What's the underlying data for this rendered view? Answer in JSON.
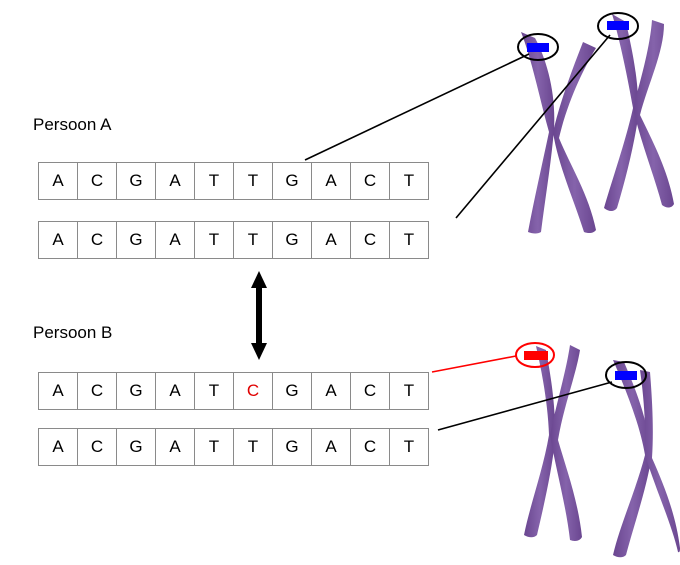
{
  "person_a": {
    "label": "Persoon A",
    "strand_1": [
      "A",
      "C",
      "G",
      "A",
      "T",
      "T",
      "G",
      "A",
      "C",
      "T"
    ],
    "strand_2": [
      "A",
      "C",
      "G",
      "A",
      "T",
      "T",
      "G",
      "A",
      "C",
      "T"
    ]
  },
  "person_b": {
    "label": "Persoon B",
    "strand_1": [
      "A",
      "C",
      "G",
      "A",
      "T",
      "C",
      "G",
      "A",
      "C",
      "T"
    ],
    "strand_2": [
      "A",
      "C",
      "G",
      "A",
      "T",
      "T",
      "G",
      "A",
      "C",
      "T"
    ],
    "mutation_index": 5
  },
  "colors": {
    "chromosome": "#7b55a0",
    "normal_marker": "#0000ff",
    "mutation_marker": "#ff0000",
    "mutation_text": "#e00000"
  }
}
